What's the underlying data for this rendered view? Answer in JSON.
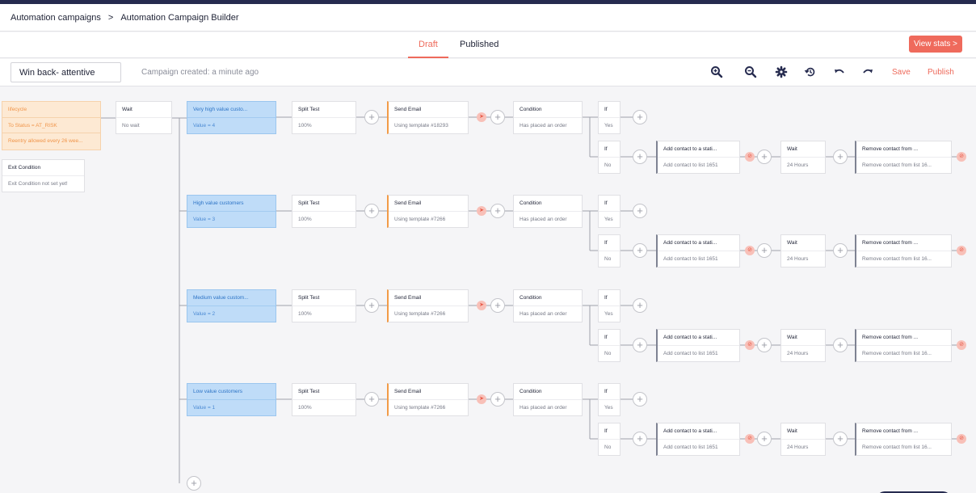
{
  "breadcrumb": {
    "parent": "Automation campaigns",
    "separator": ">",
    "current": "Automation Campaign Builder"
  },
  "tabs": [
    {
      "label": "Draft",
      "active": true
    },
    {
      "label": "Published",
      "active": false
    }
  ],
  "view_stats_label": "View stats >",
  "toolbar": {
    "campaign_name": "Win back- attentive",
    "created_text": "Campaign created: a minute ago",
    "icons": [
      "zoom-in-icon",
      "zoom-out-icon",
      "gear-icon",
      "history-icon",
      "undo-icon",
      "redo-icon"
    ],
    "save_label": "Save",
    "publish_label": "Publish"
  },
  "colors": {
    "accent": "#ee6a5b",
    "navy": "#262b4f",
    "segment_fill": "#bfdcf8",
    "lifecycle_fill": "#fde9d3",
    "email_border": "#f29b47"
  },
  "lifecycle": {
    "title": "lifecycle",
    "status": "To Status = AT_RISK",
    "reentry": "Reentry allowed every 26 wee..."
  },
  "exit_condition": {
    "title": "Exit Condition",
    "text": "Exit Condition not set yet!"
  },
  "wait_start": {
    "title": "Wait",
    "text": "No wait"
  },
  "branches": [
    {
      "segment_title": "Very high value custo...",
      "segment_value": "Value = 4",
      "split_title": "Split Test",
      "split_value": "100%",
      "email_title": "Send Email",
      "email_template": "Using template #18293",
      "condition_title": "Condition",
      "condition_text": "Has placed an order",
      "if_yes_title": "If",
      "if_yes": "Yes",
      "if_no_title": "If",
      "if_no": "No",
      "add_title": "Add contact to a stati...",
      "add_text": "Add contact to list 1651",
      "wait_title": "Wait",
      "wait_text": "24 Hours",
      "remove_title": "Remove contact from ...",
      "remove_text": "Remove contact from list 16..."
    },
    {
      "segment_title": "High value customers",
      "segment_value": "Value = 3",
      "split_title": "Split Test",
      "split_value": "100%",
      "email_title": "Send Email",
      "email_template": "Using template #7266",
      "condition_title": "Condition",
      "condition_text": "Has placed an order",
      "if_yes_title": "If",
      "if_yes": "Yes",
      "if_no_title": "If",
      "if_no": "No",
      "add_title": "Add contact to a stati...",
      "add_text": "Add contact to list 1651",
      "wait_title": "Wait",
      "wait_text": "24 Hours",
      "remove_title": "Remove contact from ...",
      "remove_text": "Remove contact from list 16..."
    },
    {
      "segment_title": "Medium value custom...",
      "segment_value": "Value = 2",
      "split_title": "Split Test",
      "split_value": "100%",
      "email_title": "Send Email",
      "email_template": "Using template #7266",
      "condition_title": "Condition",
      "condition_text": "Has placed an order",
      "if_yes_title": "If",
      "if_yes": "Yes",
      "if_no_title": "If",
      "if_no": "No",
      "add_title": "Add contact to a stati...",
      "add_text": "Add contact to list 1651",
      "wait_title": "Wait",
      "wait_text": "24 Hours",
      "remove_title": "Remove contact from ...",
      "remove_text": "Remove contact from list 16..."
    },
    {
      "segment_title": "Low value customers",
      "segment_value": "Value = 1",
      "split_title": "Split Test",
      "split_value": "100%",
      "email_title": "Send Email",
      "email_template": "Using template #7266",
      "condition_title": "Condition",
      "condition_text": "Has placed an order",
      "if_yes_title": "If",
      "if_yes": "Yes",
      "if_no_title": "If",
      "if_no": "No",
      "add_title": "Add contact to a stati...",
      "add_text": "Add contact to list 1651",
      "wait_title": "Wait",
      "wait_text": "24 Hours",
      "remove_title": "Remove contact from ...",
      "remove_text": "Remove contact from list 16..."
    }
  ]
}
